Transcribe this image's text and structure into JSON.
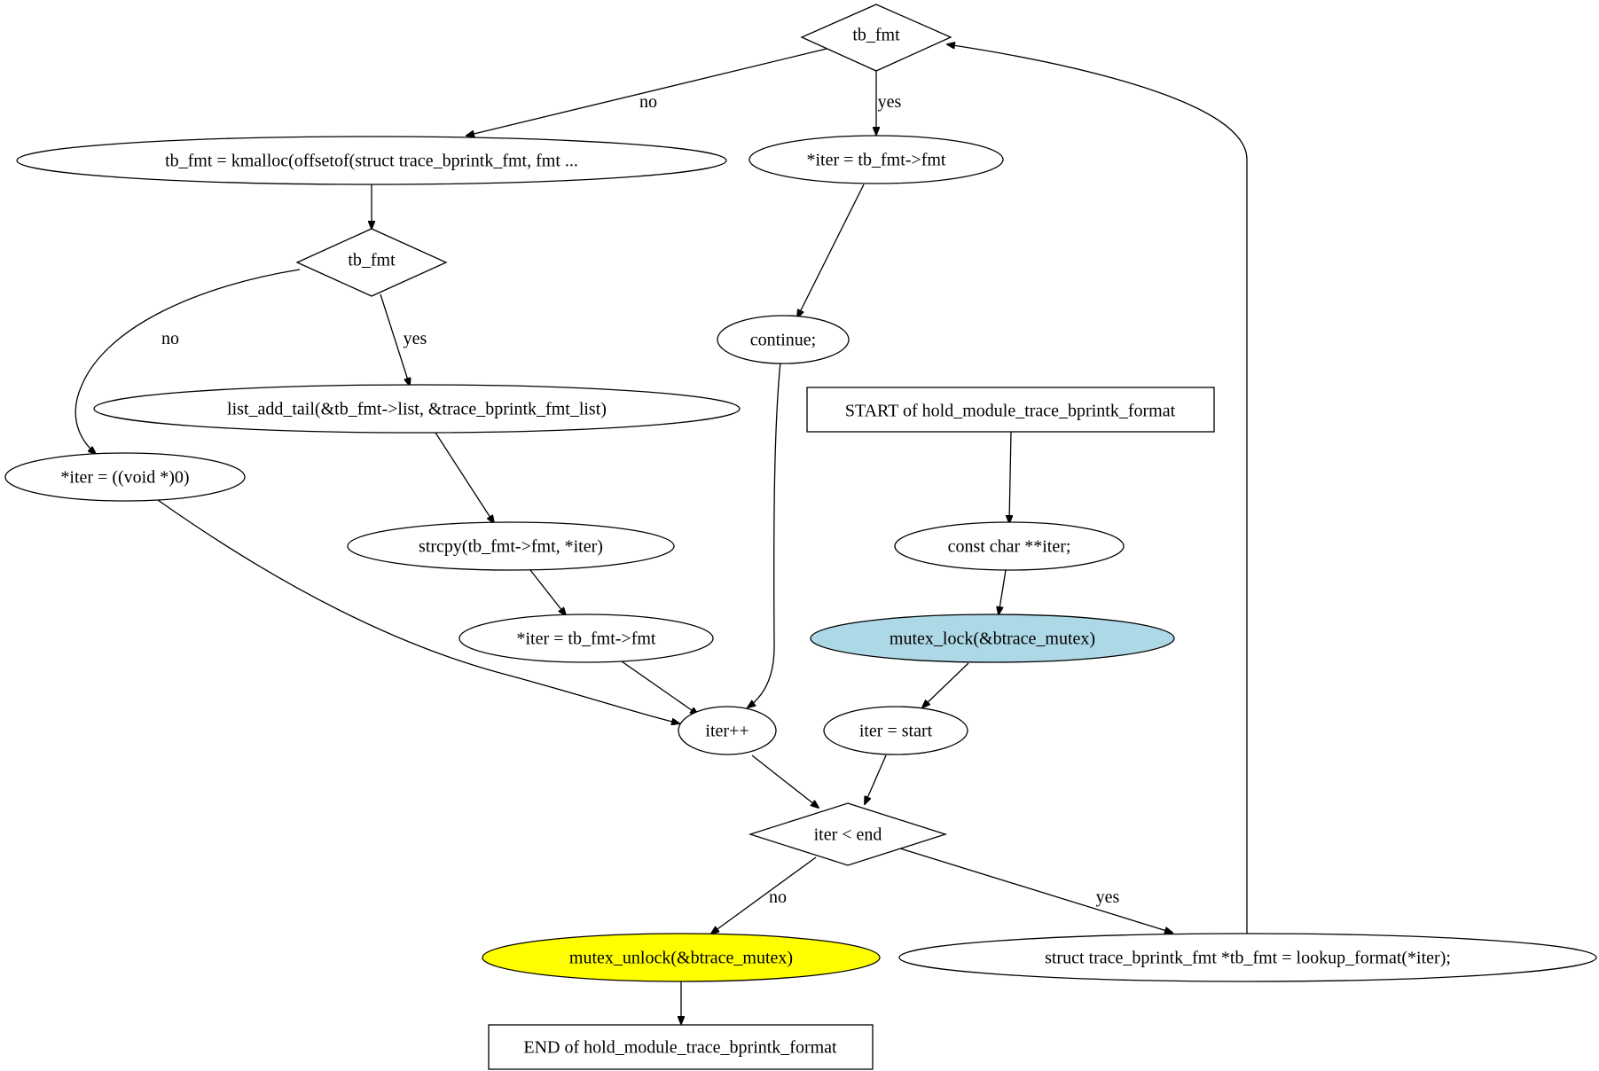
{
  "colors": {
    "node_fill": "#ffffff",
    "lock_fill": "#add8e6",
    "unlock_fill": "#ffff00",
    "stroke": "#000000"
  },
  "nodes": {
    "start": "START of hold_module_trace_bprintk_format",
    "iter_decl": "const char **iter;",
    "mutex_lock": "mutex_lock(&btrace_mutex)",
    "iter_start": "iter = start",
    "iter_lt_end": "iter < end",
    "lookup": "struct trace_bprintk_fmt *tb_fmt = lookup_format(*iter);",
    "tb_fmt_check1": "tb_fmt",
    "iter_assign_fmt1": "*iter = tb_fmt->fmt",
    "continue": "continue;",
    "kmalloc": "tb_fmt = kmalloc(offsetof(struct trace_bprintk_fmt, fmt ...",
    "tb_fmt_check2": "tb_fmt",
    "list_add": "list_add_tail(&tb_fmt->list, &trace_bprintk_fmt_list)",
    "strcpy": "strcpy(tb_fmt->fmt, *iter)",
    "iter_assign_fmt2": "*iter = tb_fmt->fmt",
    "iter_null": "*iter = ((void *)0)",
    "iter_inc": "iter++",
    "mutex_unlock": "mutex_unlock(&btrace_mutex)",
    "end": "END of hold_module_trace_bprintk_format"
  },
  "edge_labels": {
    "check1_no": "no",
    "check1_yes": "yes",
    "check2_no": "no",
    "check2_yes": "yes",
    "loop_no": "no",
    "loop_yes": "yes"
  }
}
